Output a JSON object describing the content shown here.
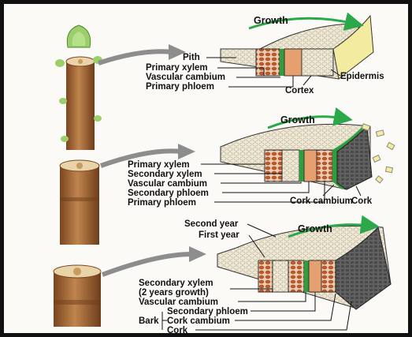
{
  "panels": [
    {
      "growth_label": "Growth",
      "left_labels": [
        "Pith",
        "Primary xylem",
        "Vascular cambium",
        "Primary phloem"
      ],
      "right_labels": [
        "Epidermis",
        "Cortex"
      ]
    },
    {
      "growth_label": "Growth",
      "left_labels": [
        "Primary xylem",
        "Secondary xylem",
        "Vascular cambium",
        "Secondary phloem",
        "Primary phloem"
      ],
      "right_labels": [
        "Cork cambium",
        "Cork"
      ]
    },
    {
      "growth_label": "Growth",
      "top_labels": [
        "Second year",
        "First year"
      ],
      "left_labels": [
        "Secondary xylem",
        "(2 years growth)",
        "Vascular cambium"
      ],
      "bark_label": "Bark",
      "bark_items": [
        "Secondary phloem",
        "Cork cambium",
        "Cork"
      ]
    }
  ],
  "colors": {
    "pith": "#f3efe4",
    "xylem": "#d2733a",
    "phloem": "#e6a070",
    "cambium": "#2f9e3f",
    "epidermis": "#f2eba0",
    "cork": "#3a3a3a",
    "stem": "#b26f3e",
    "arrow": "#8d8d8d",
    "growth_arrow": "#2aa84a"
  }
}
